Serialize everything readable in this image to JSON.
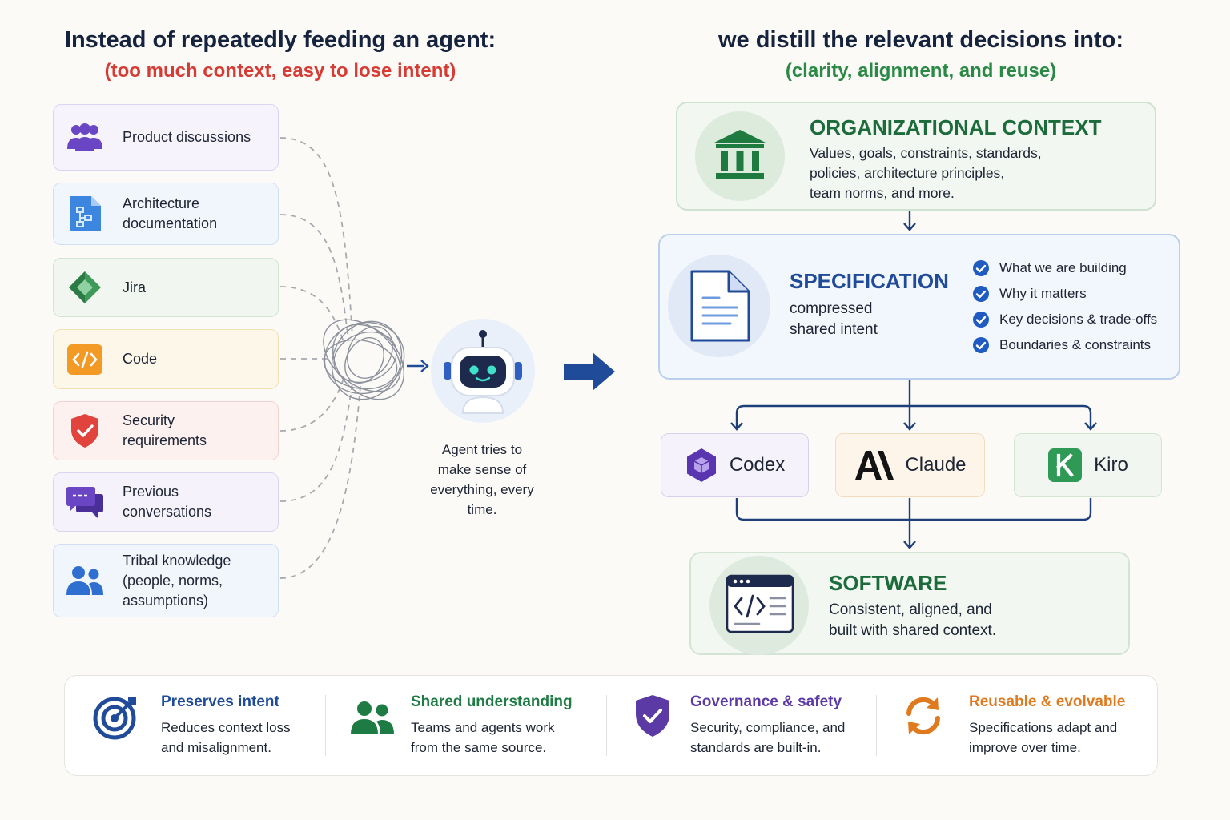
{
  "left": {
    "heading": "Instead of repeatedly feeding an agent:",
    "subheading": "(too much context, easy to lose intent)",
    "sources": [
      {
        "label": "Product discussions",
        "icon": "people-group-icon"
      },
      {
        "label": "Architecture\ndocumentation",
        "icon": "diagram-document-icon"
      },
      {
        "label": "Jira",
        "icon": "jira-icon"
      },
      {
        "label": "Code",
        "icon": "code-brackets-icon"
      },
      {
        "label": "Security\nrequirements",
        "icon": "shield-check-icon"
      },
      {
        "label": "Previous\nconversations",
        "icon": "chat-bubbles-icon"
      },
      {
        "label": "Tribal knowledge\n(people, norms,\nassumptions)",
        "icon": "people-pair-icon"
      }
    ],
    "agent_caption": "Agent tries to\nmake sense of\neverything, every\ntime."
  },
  "right": {
    "heading": "we distill the relevant decisions into:",
    "subheading": "(clarity, alignment, and reuse)",
    "org": {
      "title": "ORGANIZATIONAL CONTEXT",
      "desc": "Values, goals, constraints, standards,\npolicies, architecture principles,\nteam norms, and more."
    },
    "spec": {
      "title": "SPECIFICATION",
      "desc": "compressed\nshared intent",
      "checklist": [
        "What we are building",
        "Why it matters",
        "Key decisions & trade-offs",
        "Boundaries & constraints"
      ]
    },
    "tools": [
      {
        "name": "Codex",
        "icon": "codex-hexagon-icon"
      },
      {
        "name": "Claude",
        "icon": "anthropic-logo-icon"
      },
      {
        "name": "Kiro",
        "icon": "kiro-k-icon"
      }
    ],
    "software": {
      "title": "SOFTWARE",
      "desc": "Consistent, aligned, and\nbuilt with shared context."
    }
  },
  "benefits": [
    {
      "title": "Preserves intent",
      "desc": "Reduces context loss\nand misalignment.",
      "color": "#1f4b99",
      "icon": "target-icon"
    },
    {
      "title": "Shared understanding",
      "desc": "Teams and agents work\nfrom the same source.",
      "color": "#1e7b43",
      "icon": "people-icon"
    },
    {
      "title": "Governance & safety",
      "desc": "Security, compliance, and\nstandards are built-in.",
      "color": "#5b3aa5",
      "icon": "shield-check-icon"
    },
    {
      "title": "Reusable & evolvable",
      "desc": "Specifications adapt and\nimprove over time.",
      "color": "#e07a1f",
      "icon": "refresh-cycle-icon"
    }
  ],
  "colors": {
    "red": "#d63b34",
    "green": "#2a8a45",
    "navy": "#1f4b99",
    "dark_green": "#1c6b3a"
  }
}
